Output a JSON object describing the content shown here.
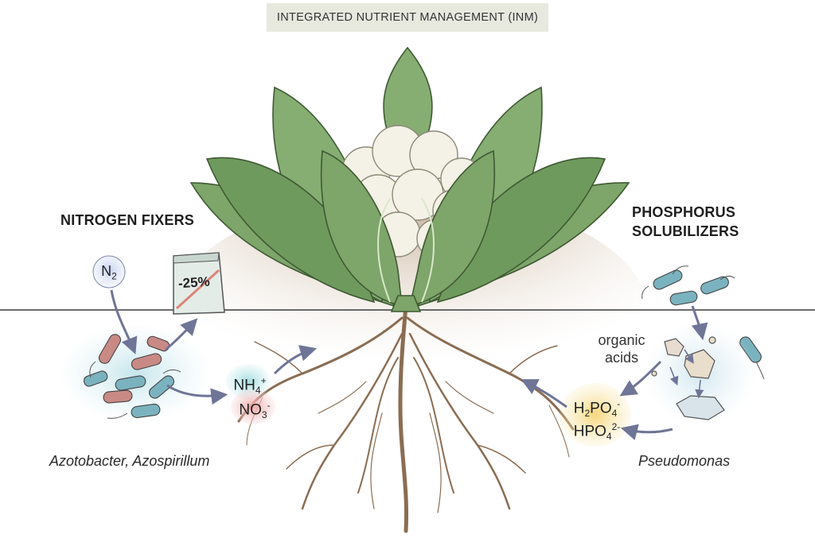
{
  "title": "INTEGRATED NUTRIENT MANAGEMENT (INM)",
  "left": {
    "heading": "NITROGEN FIXERS",
    "n2": {
      "base": "N",
      "sub": "2"
    },
    "fertilizer_reduction": "-25%",
    "nh4": {
      "base": "NH",
      "sub": "4",
      "sup": "+"
    },
    "no3": {
      "base": "NO",
      "sub": "3",
      "sup": "-"
    },
    "species": "Azotobacter, Azospirillum"
  },
  "right": {
    "heading_line1": "PHOSPHORUS",
    "heading_line2": "SOLUBILIZERS",
    "acids_line1": "organic",
    "acids_line2": "acids",
    "h2po4": {
      "pre": "H",
      "sub1": "2",
      "mid": "PO",
      "sub2": "4",
      "sup": "-"
    },
    "hpo4": {
      "base": "HPO",
      "sub": "4",
      "sup": "2-"
    },
    "species": "Pseudomonas"
  },
  "colors": {
    "leaf": "#7fa56a",
    "leaf_dark": "#557a45",
    "curd": "#f4f1e6",
    "soil": "#c9b39a",
    "root": "#8a6d52",
    "arrow": "#6f7596",
    "n2_bubble": "#b9c6e8",
    "nh4_bubble": "#a9d9dc",
    "no3_bubble": "#f0b3b3",
    "phosphate_bubble": "#f6dc8e",
    "bacteria_blue": "#6aa6b7",
    "bacteria_red": "#c27b6e"
  }
}
